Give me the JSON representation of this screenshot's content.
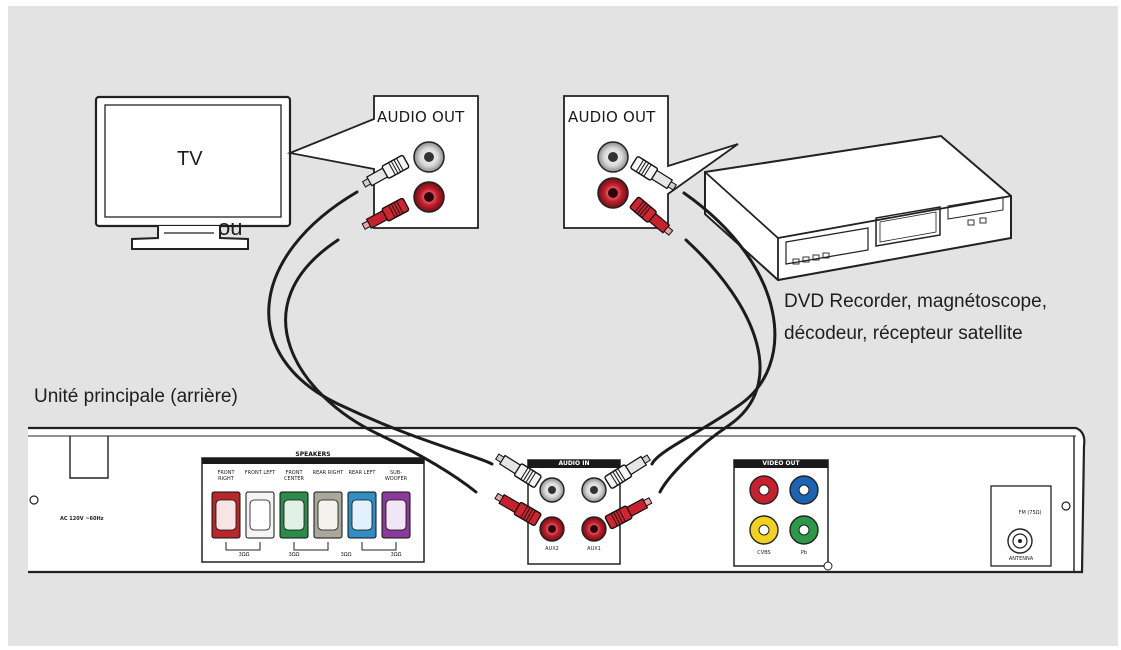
{
  "labels": {
    "tv": "TV",
    "ou": "ou",
    "audio_out_left": "AUDIO OUT",
    "audio_out_right": "AUDIO OUT",
    "recorder_line1": "DVD Recorder, magnétoscope,",
    "recorder_line2": "décodeur, récepteur satellite",
    "main_unit": "Unité principale (arrière)"
  },
  "panel": {
    "ac": "AC 120V ~60Hz",
    "speakers": "SPEAKERS",
    "front_right": "FRONT RIGHT",
    "front_left": "FRONT LEFT",
    "front_center": "FRONT CENTER",
    "rear_right": "REAR RIGHT",
    "rear_left": "REAR LEFT",
    "subwoofer": "SUB-WOOFER",
    "ohm1": "3ΩΩ",
    "ohm2": "3ΩΩ",
    "ohm3": "3ΩΩ",
    "ohm4": "3ΩΩ",
    "audio_in": "AUDIO IN",
    "aux2": "AUX2",
    "aux1": "AUX1",
    "video_out": "VIDEO OUT",
    "cvbs": "CVBS",
    "pb": "Pb",
    "fm": "FM (75Ω)",
    "antenna": "ANTENNA"
  },
  "colors": {
    "background": "#e3e3e3",
    "cable": "#1c1c1c",
    "plug_red": "#c8202e",
    "plug_white": "#f2f2f2",
    "speaker_red": "#b9272a",
    "speaker_white": "#f4f4f4",
    "speaker_green": "#2c8c4a",
    "speaker_gray": "#a9a89a",
    "speaker_blue": "#2f8fc4",
    "speaker_purple": "#8a3a9a",
    "video_red": "#c8202e",
    "video_blue": "#1b63b4",
    "video_yellow": "#f2d21e",
    "video_green": "#2a9a48"
  },
  "icons": {
    "tv": "tv-monitor-icon",
    "recorder": "dvd-recorder-icon",
    "jack": "rca-jack-icon"
  }
}
